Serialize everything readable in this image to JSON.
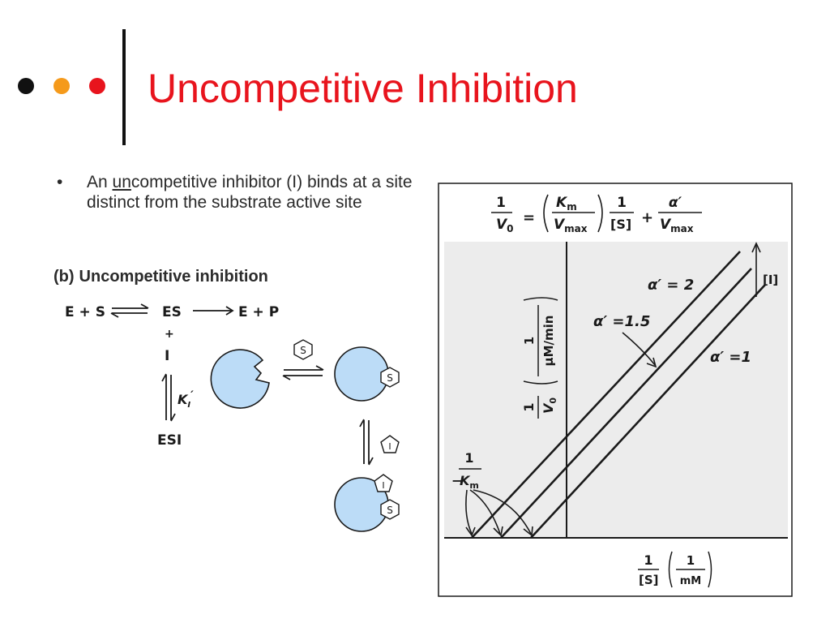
{
  "slide": {
    "title": "Uncompetitive Inhibition",
    "bullet_before": "An ",
    "bullet_underlined": "un",
    "bullet_after": "competitive inhibitor (I) binds at a site distinct from the substrate active site",
    "colors": {
      "title": "#e8141d",
      "dot1": "#111111",
      "dot2": "#f59a1b",
      "dot3": "#e8141d",
      "enzyme": "#bcdcf7"
    }
  },
  "scheme": {
    "label": "(b)",
    "title": "Uncompetitive inhibition",
    "e_plus_s": "E + S",
    "es": "ES",
    "e_plus_p": "E + P",
    "plus": "+",
    "i": "I",
    "ki_symbol": "K",
    "ki_sub": "I",
    "ki_prime": "′",
    "esi": "ESI",
    "substrate_symbol": "S",
    "inhibitor_symbol": "I"
  },
  "plot": {
    "equation": {
      "one": "1",
      "v0": "V",
      "v0_sub": "0",
      "equals": "=",
      "km": "K",
      "km_sub": "m",
      "vmax": "V",
      "vmax_sub": "max",
      "s_bracket": "[S]",
      "plus": "+",
      "alpha_prime": "α′"
    },
    "y_axis": {
      "one": "1",
      "v0": "V",
      "v0_sub": "0",
      "unit_one": "1",
      "unit": "μM/min"
    },
    "x_axis": {
      "one": "1",
      "s": "[S]",
      "unit_one": "1",
      "unit": "mM"
    },
    "intercept_label": {
      "minus": "−",
      "one": "1",
      "k": "K",
      "k_sub": "m"
    },
    "arrow_label": "[I]",
    "lines": [
      {
        "label": "α′ = 2"
      },
      {
        "label": "α′ =1.5"
      },
      {
        "label": "α′ =1"
      }
    ]
  }
}
